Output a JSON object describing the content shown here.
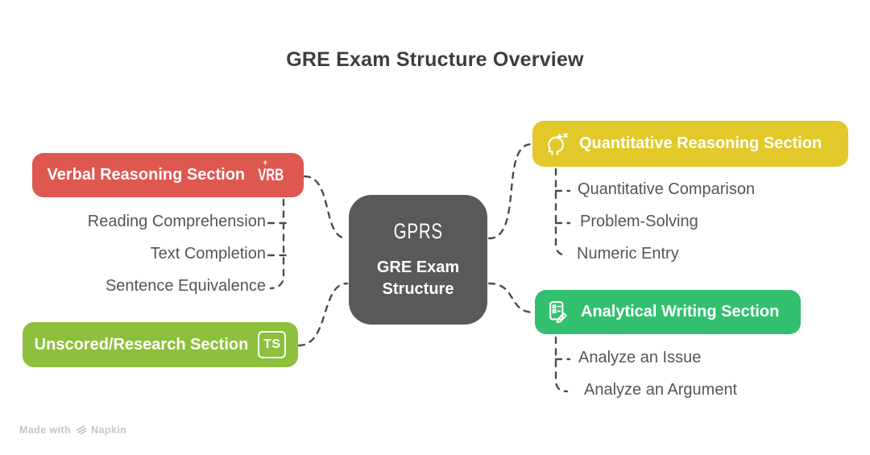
{
  "title": "GRE Exam Structure Overview",
  "center": {
    "abbr": "GPRS",
    "label": "GRE Exam Structure",
    "color": "#595959"
  },
  "branches": [
    {
      "label": "Verbal Reasoning Section",
      "color": "#df5850",
      "icon_text": "VRB",
      "icon_mark": "+",
      "children": [
        "Reading Comprehension",
        "Text Completion",
        "Sentence Equivalence"
      ]
    },
    {
      "label": "Unscored/Research Section",
      "color": "#8dc03c",
      "icon_text": "TS",
      "children": []
    },
    {
      "label": "Quantitative Reasoning Section",
      "color": "#e2c829",
      "icon": "head-sparkles-icon",
      "children": [
        "Quantitative Comparison",
        "Problem-Solving",
        "Numeric Entry"
      ]
    },
    {
      "label": "Analytical Writing Section",
      "color": "#32c06e",
      "icon": "document-pencil-icon",
      "children": [
        "Analyze an Issue",
        "Analyze an Argument"
      ]
    }
  ],
  "colors": {
    "background": "#ffffff",
    "title_text": "#3d3d3d",
    "sub_item_text": "#555555",
    "connector": "#4c4c4c",
    "watermark": "#c6c6c6"
  },
  "watermark": {
    "prefix": "Made with",
    "brand": "Napkin"
  }
}
